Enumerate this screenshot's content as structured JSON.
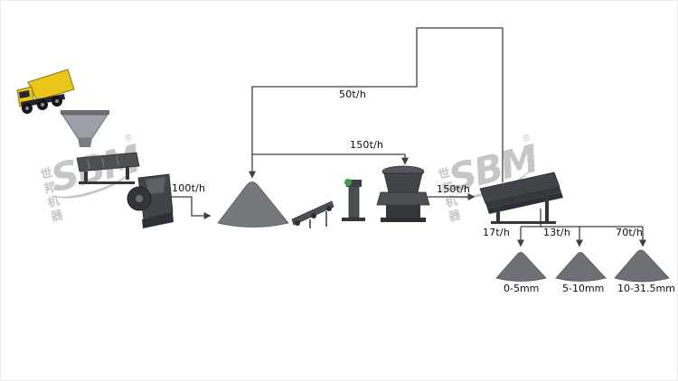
{
  "flows": {
    "jaw_to_pile": "100t/h",
    "screen_oversize_return": "50t/h",
    "pile_to_cone": "150t/h",
    "cone_to_screen": "150t/h",
    "screen_to_fine": "17t/h",
    "screen_to_mid": "13t/h",
    "screen_to_coarse": "70t/h"
  },
  "products": {
    "fine": {
      "label": "0-5mm"
    },
    "mid": {
      "label": "5-10mm"
    },
    "coarse": {
      "label": "10-31.5mm"
    }
  },
  "watermark": {
    "brand": "SBM",
    "brand_cn": "世邦机器",
    "reg_mark": "®"
  },
  "colors": {
    "background": "#ffffff",
    "flow_line": "#3f3f3f",
    "machine_dark": "#41454a",
    "pile_gray": "#75797d",
    "product_pile_gray": "#6d7175",
    "truck_yellow": "#e9c619",
    "watermark_gray": "#c6c6c6"
  }
}
